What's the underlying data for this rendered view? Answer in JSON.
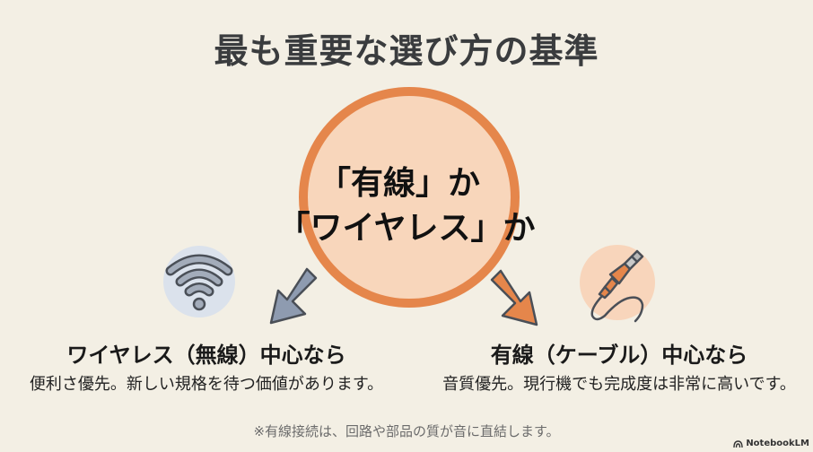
{
  "title": "最も重要な選び方の基準",
  "center": {
    "line1": "「有線」か",
    "line2": "「ワイヤレス」か"
  },
  "left": {
    "icon": "wifi-icon",
    "heading": "ワイヤレス（無線）中心なら",
    "description": "便利さ優先。新しい規格を待つ価値があります。"
  },
  "right": {
    "icon": "audio-jack-cable-icon",
    "heading": "有線（ケーブル）中心なら",
    "description": "音質優先。現行機でも完成度は非常に高いです。"
  },
  "footnote": "※有線接続は、回路や部品の質が音に直結します。",
  "brand": "NotebookLM",
  "colors": {
    "background": "#f3efe4",
    "accent_orange": "#e5864b",
    "circle_fill": "#f8d6bb",
    "gray_blue": "#8e9bb0",
    "outline": "#4a4f57"
  }
}
